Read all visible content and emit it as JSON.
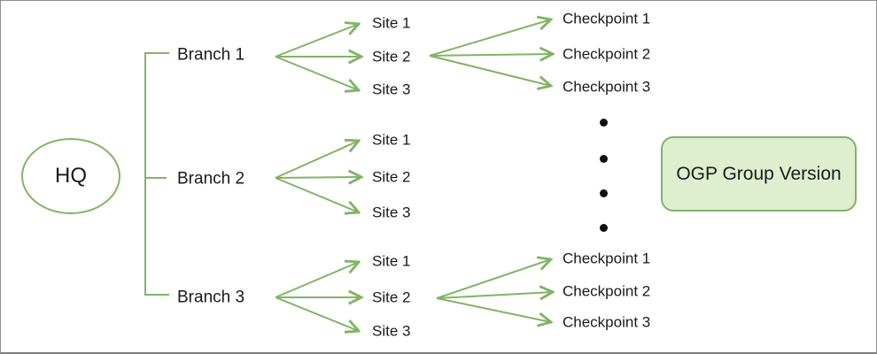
{
  "diagram": {
    "hq": {
      "label": "HQ"
    },
    "branches": [
      {
        "label": "Branch 1",
        "sites": [
          "Site 1",
          "Site 2",
          "Site 3"
        ],
        "checkpoints": [
          "Checkpoint 1",
          "Checkpoint 2",
          "Checkpoint 3"
        ]
      },
      {
        "label": "Branch 2",
        "sites": [
          "Site 1",
          "Site 2",
          "Site 3"
        ]
      },
      {
        "label": "Branch 3",
        "sites": [
          "Site 1",
          "Site 2",
          "Site 3"
        ],
        "checkpoints": [
          "Checkpoint 1",
          "Checkpoint 2",
          "Checkpoint 3"
        ]
      }
    ],
    "legend_box": {
      "label": "OGP Group Version"
    },
    "ellipsis_dot_count": 4,
    "colors": {
      "connector_green": "#82b366",
      "legend_fill": "#dfeecf",
      "legend_border": "#82b366",
      "text_black": "#1a1a1a",
      "canvas_border_gray": "#8f8f8f",
      "background": "#ffffff"
    }
  }
}
